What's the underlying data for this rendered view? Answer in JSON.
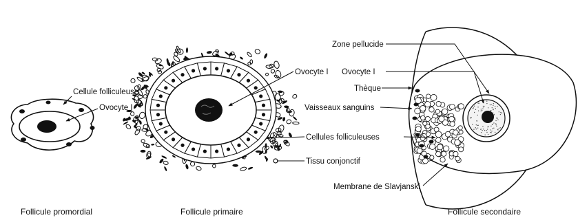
{
  "figures": [
    {
      "caption": "Follicule promordial",
      "labels": {
        "cellule_folliculeuse": "Cellule folliculeuse",
        "ovocyte": "Ovocyte I"
      }
    },
    {
      "caption": "Follicule primaire",
      "labels": {
        "ovocyte": "Ovocyte I",
        "cellules_folliculeuses": "Cellules folliculeuses",
        "tissu_conjonctif": "Tissu conjonctif"
      }
    },
    {
      "caption": "Follicule secondaire",
      "labels": {
        "zone_pellucide": "Zone pellucide",
        "theque": "Thèque",
        "vaisseaux_sanguins": "Vaisseaux sanguins",
        "membrane_slavjanski": "Membrane de Slavjanski"
      }
    }
  ],
  "colors": {
    "ink": "#111111",
    "background": "#ffffff"
  }
}
